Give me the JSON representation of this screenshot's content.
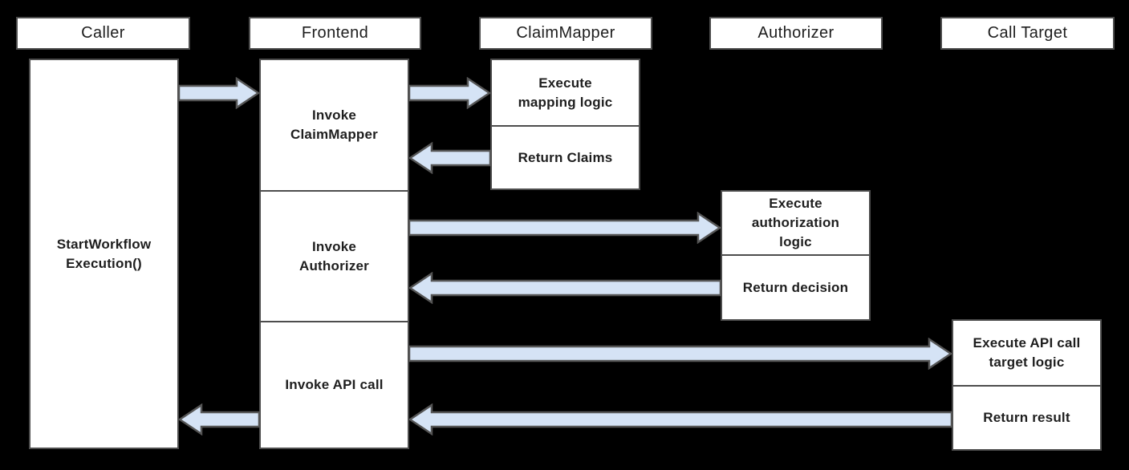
{
  "diagram": {
    "type": "sequence-diagram",
    "colors": {
      "background": "#000000",
      "box_fill": "#ffffff",
      "box_border": "#4d4d4d",
      "arrow_fill": "#d5e3f5",
      "arrow_stroke": "#555555",
      "text": "#1e1e1e"
    },
    "lanes": [
      {
        "label": "Caller"
      },
      {
        "label": "Frontend"
      },
      {
        "label": "ClaimMapper"
      },
      {
        "label": "Authorizer"
      },
      {
        "label": "Call Target"
      }
    ],
    "caller": {
      "label": "StartWorkflow\nExecution()"
    },
    "frontend": {
      "steps": [
        "Invoke\nClaimMapper",
        "Invoke\nAuthorizer",
        "Invoke API call"
      ]
    },
    "claim_mapper": {
      "steps": [
        "Execute\nmapping logic",
        "Return Claims"
      ]
    },
    "authorizer": {
      "steps": [
        "Execute\nauthorization\nlogic",
        "Return decision"
      ]
    },
    "call_target": {
      "steps": [
        "Execute API call\ntarget logic",
        "Return result"
      ]
    },
    "flows": [
      {
        "name": "caller-to-frontend",
        "direction": "right"
      },
      {
        "name": "frontend-to-claimmapper",
        "direction": "right"
      },
      {
        "name": "claimmapper-to-frontend",
        "direction": "left"
      },
      {
        "name": "frontend-to-authorizer",
        "direction": "right"
      },
      {
        "name": "authorizer-to-frontend",
        "direction": "left"
      },
      {
        "name": "frontend-to-calltarget",
        "direction": "right"
      },
      {
        "name": "calltarget-to-frontend",
        "direction": "left"
      },
      {
        "name": "frontend-to-caller",
        "direction": "left"
      }
    ]
  }
}
